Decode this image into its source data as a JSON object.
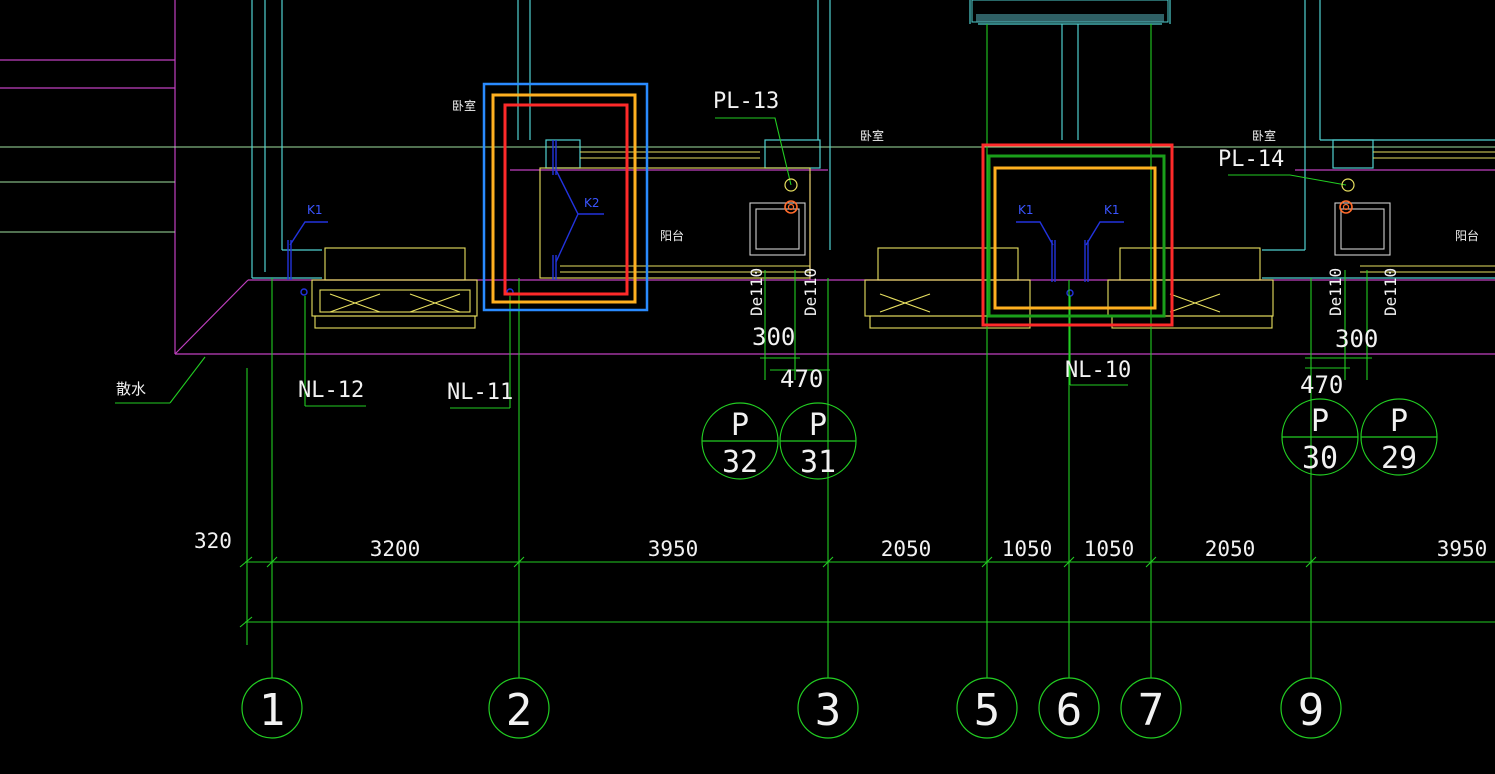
{
  "colors": {
    "background": "#000000",
    "dimension": "#22cc22",
    "wall": "#4fd0d0",
    "boundary": "#c040c0",
    "fixture": "#e8e060",
    "pipe": "#2233dd",
    "label_white": "#f2f2f2",
    "highlight_blue": "#2a8bff",
    "highlight_orange": "#ffb020",
    "highlight_red": "#ff2a2a",
    "highlight_green": "#1a9e1a",
    "drain_marker": "#ff6a2a"
  },
  "rooms": {
    "bedroom_1": "卧室",
    "bedroom_2": "卧室",
    "bedroom_3": "卧室",
    "balcony_1": "阳台",
    "balcony_2": "阳台",
    "apron": "散水"
  },
  "pipes": {
    "pl13": "PL-13",
    "pl14": "PL-14",
    "nl10": "NL-10",
    "nl11": "NL-11",
    "nl12": "NL-12",
    "k1a": "K1",
    "k1b": "K1",
    "k1c": "K1",
    "k2": "K2",
    "de110a": "De110",
    "de110b": "De110",
    "de110c": "De110",
    "de110d": "De110"
  },
  "offsets": {
    "left_300": "300",
    "left_470": "470",
    "right_300": "300",
    "right_470": "470"
  },
  "tags": [
    {
      "letter": "P",
      "number": "32"
    },
    {
      "letter": "P",
      "number": "31"
    },
    {
      "letter": "P",
      "number": "30"
    },
    {
      "letter": "P",
      "number": "29"
    }
  ],
  "dimensions": {
    "edge": "320",
    "spans": [
      "3200",
      "3950",
      "2050",
      "1050",
      "1050",
      "2050",
      "3950"
    ]
  },
  "axes": [
    "1",
    "2",
    "3",
    "5",
    "6",
    "7",
    "9"
  ]
}
